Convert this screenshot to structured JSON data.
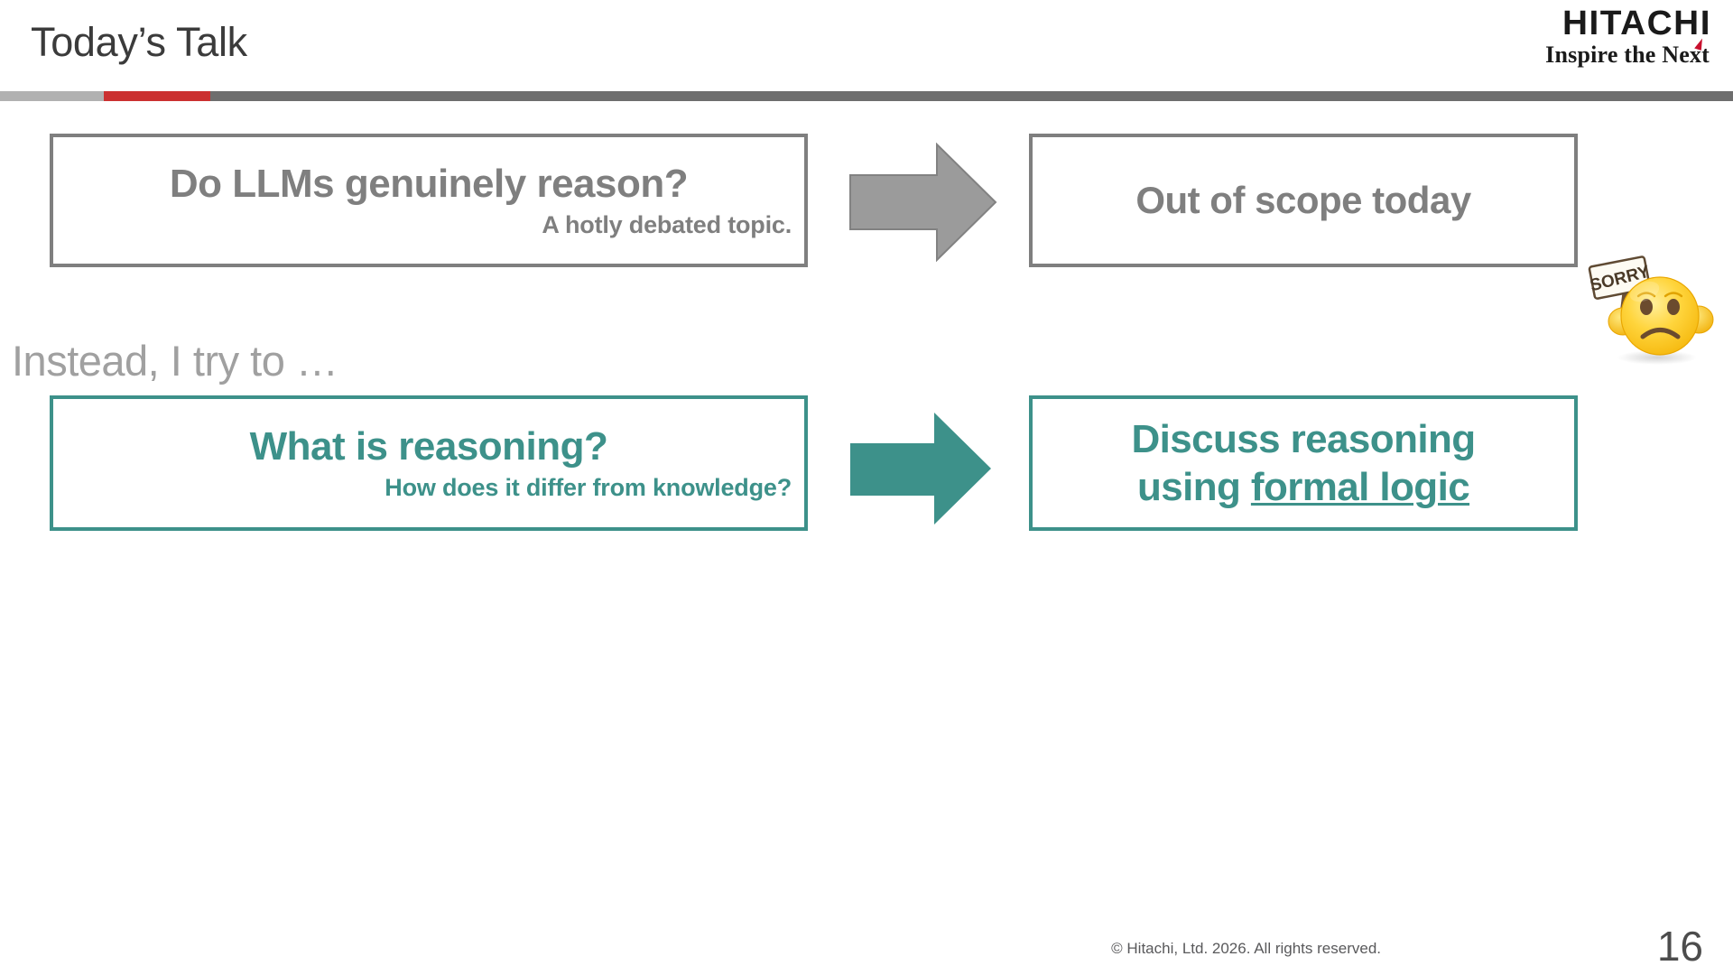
{
  "slide": {
    "title": "Today’s Talk",
    "page_number": "16",
    "copyright": "© Hitachi, Ltd. 2026. All rights reserved.",
    "accent_colors": {
      "teal": "#3d918a",
      "gray": "#7f7f7f",
      "red": "#cb3030",
      "title_gray": "#3b3b3b",
      "instead_gray": "#a0a0a0"
    }
  },
  "logo": {
    "wordmark": "HITACHI",
    "tagline": "Inspire the Next"
  },
  "row_one": {
    "source_box": {
      "main": "Do LLMs genuinely reason?",
      "sub": "A hotly debated topic."
    },
    "arrow": "arrow-right-gray",
    "target_box": {
      "main": "Out of scope today"
    },
    "decoration": "sorry-sad-face-emoji"
  },
  "transition_label": "Instead, I try to …",
  "row_two": {
    "source_box": {
      "main": "What is reasoning?",
      "sub": "How does it differ from knowledge?"
    },
    "arrow": "arrow-right-teal",
    "target_box": {
      "line1": "Discuss reasoning",
      "line2_prefix": "using ",
      "line2_underlined": "formal logic"
    }
  },
  "emoji": {
    "sign_text": "SORRY"
  }
}
